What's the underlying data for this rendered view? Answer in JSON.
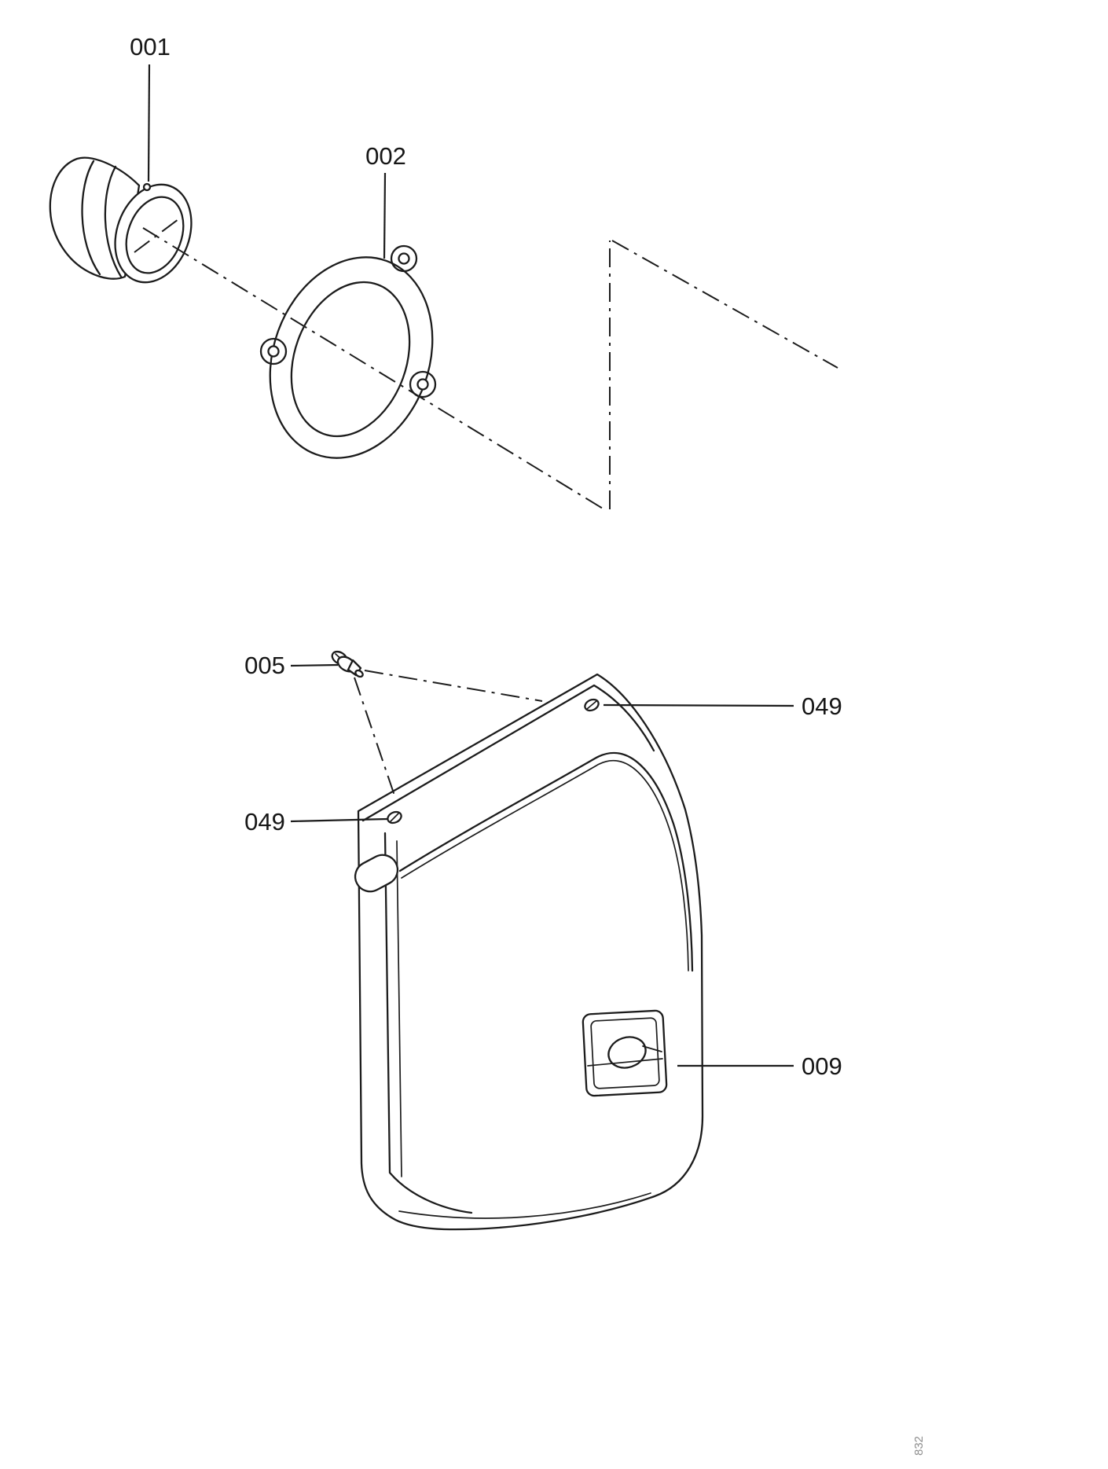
{
  "diagram": {
    "callouts": {
      "c001": {
        "label": "001"
      },
      "c002": {
        "label": "002"
      },
      "c005": {
        "label": "005"
      },
      "c049_top": {
        "label": "049"
      },
      "c049_left": {
        "label": "049"
      },
      "c009": {
        "label": "009"
      }
    },
    "sheet_code": "832",
    "colors": {
      "line": "#1c1c1c",
      "gasket_fill": "#c9c9c9",
      "plate_fill": "#f4f4f4",
      "sheet_code_text": "#8d8d8d"
    }
  }
}
